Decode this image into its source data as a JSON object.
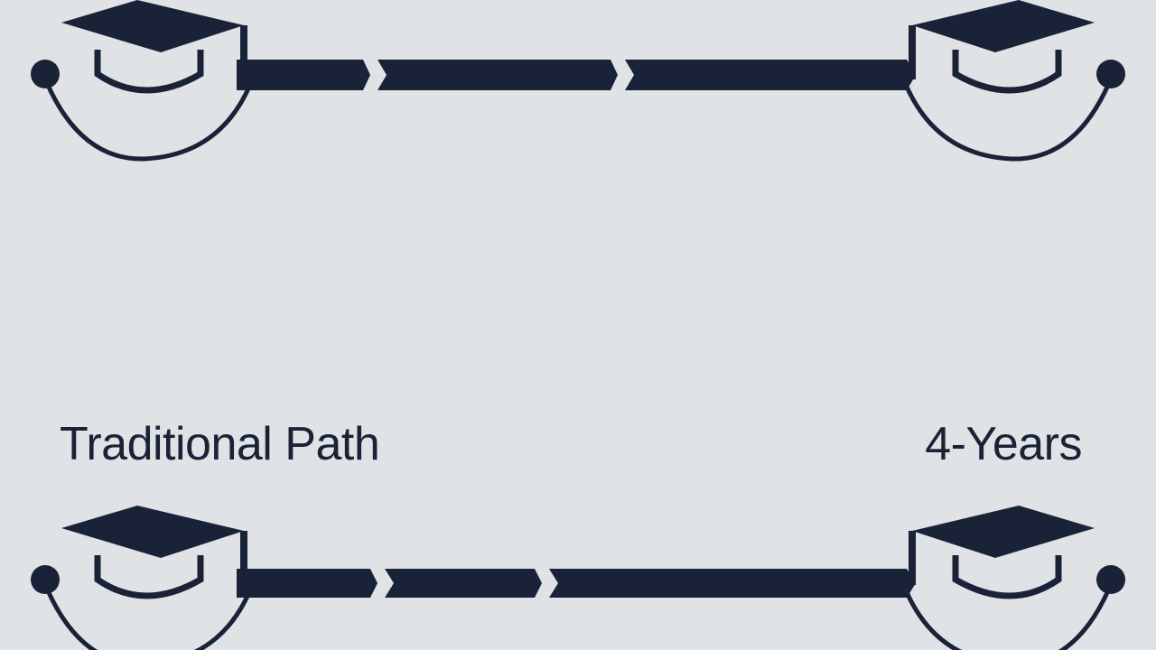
{
  "labels": {
    "left": "Traditional Path",
    "right": "4-Years"
  },
  "colors": {
    "background": "#dfe3e6",
    "ink": "#1a2237"
  },
  "icons": {
    "graduate": "graduation-cap-smile-icon",
    "path": "segmented-arrow-bar"
  }
}
